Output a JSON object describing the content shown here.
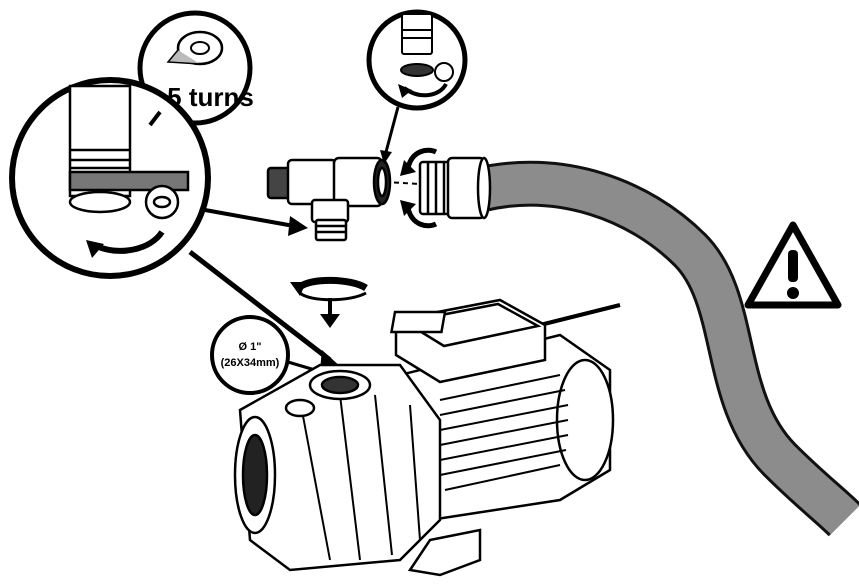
{
  "diagram": {
    "callout_tape": {
      "text": ">5 turns"
    },
    "callout_inlet": {
      "line1": "Ø 1\"",
      "line2": "(26X34mm)"
    },
    "warning_icon": "warning-triangle-icon",
    "colors": {
      "ink": "#000000",
      "paper": "#ffffff",
      "hose": "#8c8c8c",
      "hose_edge": "#111111"
    }
  }
}
